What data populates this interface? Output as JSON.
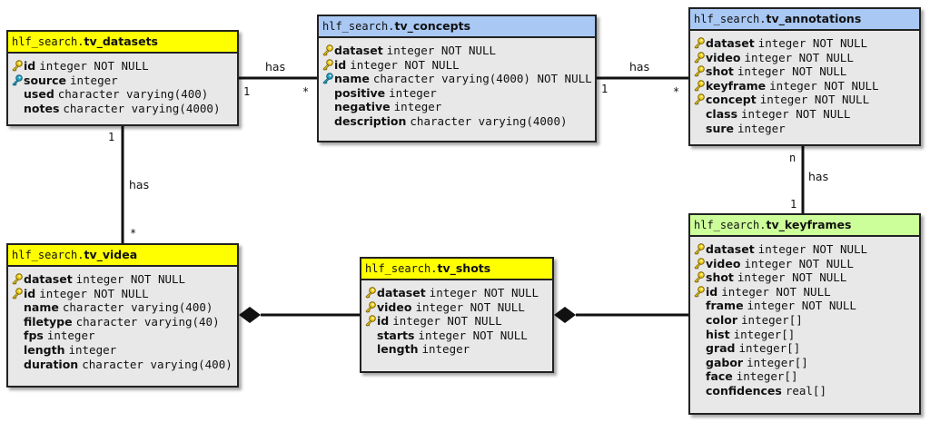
{
  "colors": {
    "yellow_header": "#ffff00",
    "blue_header": "#a9c8f3",
    "green_header": "#ccff99",
    "entity_body": "#e8e8e8",
    "primary_key": "#f0d020",
    "foreign_key": "#2aa5c8"
  },
  "entities": {
    "tv_datasets": {
      "schema": "hlf_search.",
      "name": "tv_datasets",
      "header_color": "yellow",
      "attributes": [
        {
          "name": "id",
          "type": "integer NOT NULL",
          "key": "primary"
        },
        {
          "name": "source",
          "type": "integer",
          "key": "foreign"
        },
        {
          "name": "used",
          "type": "character varying(400)",
          "key": "none"
        },
        {
          "name": "notes",
          "type": "character varying(4000)",
          "key": "none"
        }
      ]
    },
    "tv_concepts": {
      "schema": "hlf_search.",
      "name": "tv_concepts",
      "header_color": "blue",
      "attributes": [
        {
          "name": "dataset",
          "type": "integer NOT NULL",
          "key": "primary"
        },
        {
          "name": "id",
          "type": "integer NOT NULL",
          "key": "primary"
        },
        {
          "name": "name",
          "type": "character varying(4000) NOT NULL",
          "key": "foreign"
        },
        {
          "name": "positive",
          "type": "integer",
          "key": "none"
        },
        {
          "name": "negative",
          "type": "integer",
          "key": "none"
        },
        {
          "name": "description",
          "type": "character varying(4000)",
          "key": "none"
        }
      ]
    },
    "tv_annotations": {
      "schema": "hlf_search.",
      "name": "tv_annotations",
      "header_color": "blue",
      "attributes": [
        {
          "name": "dataset",
          "type": "integer NOT NULL",
          "key": "primary"
        },
        {
          "name": "video",
          "type": "integer NOT NULL",
          "key": "primary"
        },
        {
          "name": "shot",
          "type": "integer NOT NULL",
          "key": "primary"
        },
        {
          "name": "keyframe",
          "type": "integer NOT NULL",
          "key": "primary"
        },
        {
          "name": "concept",
          "type": "integer NOT NULL",
          "key": "primary"
        },
        {
          "name": "class",
          "type": "integer NOT NULL",
          "key": "none"
        },
        {
          "name": "sure",
          "type": "integer",
          "key": "none"
        }
      ]
    },
    "tv_videa": {
      "schema": "hlf_search.",
      "name": "tv_videa",
      "header_color": "yellow",
      "attributes": [
        {
          "name": "dataset",
          "type": "integer NOT NULL",
          "key": "primary"
        },
        {
          "name": "id",
          "type": "integer NOT NULL",
          "key": "primary"
        },
        {
          "name": "name",
          "type": "character varying(400)",
          "key": "none"
        },
        {
          "name": "filetype",
          "type": "character varying(40)",
          "key": "none"
        },
        {
          "name": "fps",
          "type": "integer",
          "key": "none"
        },
        {
          "name": "length",
          "type": "integer",
          "key": "none"
        },
        {
          "name": "duration",
          "type": "character varying(400)",
          "key": "none"
        }
      ]
    },
    "tv_shots": {
      "schema": "hlf_search.",
      "name": "tv_shots",
      "header_color": "yellow",
      "attributes": [
        {
          "name": "dataset",
          "type": "integer NOT NULL",
          "key": "primary"
        },
        {
          "name": "video",
          "type": "integer NOT NULL",
          "key": "primary"
        },
        {
          "name": "id",
          "type": "integer NOT NULL",
          "key": "primary"
        },
        {
          "name": "starts",
          "type": "integer NOT NULL",
          "key": "none"
        },
        {
          "name": "length",
          "type": "integer",
          "key": "none"
        }
      ]
    },
    "tv_keyframes": {
      "schema": "hlf_search.",
      "name": "tv_keyframes",
      "header_color": "green",
      "attributes": [
        {
          "name": "dataset",
          "type": "integer NOT NULL",
          "key": "primary"
        },
        {
          "name": "video",
          "type": "integer NOT NULL",
          "key": "primary"
        },
        {
          "name": "shot",
          "type": "integer NOT NULL",
          "key": "primary"
        },
        {
          "name": "id",
          "type": "integer NOT NULL",
          "key": "primary"
        },
        {
          "name": "frame",
          "type": "integer NOT NULL",
          "key": "none"
        },
        {
          "name": "color",
          "type": "integer[]",
          "key": "none"
        },
        {
          "name": "hist",
          "type": "integer[]",
          "key": "none"
        },
        {
          "name": "grad",
          "type": "integer[]",
          "key": "none"
        },
        {
          "name": "gabor",
          "type": "integer[]",
          "key": "none"
        },
        {
          "name": "face",
          "type": "integer[]",
          "key": "none"
        },
        {
          "name": "confidences",
          "type": "real[]",
          "key": "none"
        }
      ]
    }
  },
  "relationships": {
    "datasets_concepts": {
      "label": "has",
      "from_mult": "1",
      "to_mult": "*"
    },
    "concepts_annotations": {
      "label": "has",
      "from_mult": "1",
      "to_mult": "*"
    },
    "datasets_videa": {
      "label": "has",
      "from_mult": "1",
      "to_mult": "*"
    },
    "annotations_keyframes": {
      "label": "has",
      "from_mult": "n",
      "to_mult": "1"
    },
    "videa_shots": {
      "type": "composition"
    },
    "shots_keyframes": {
      "type": "composition"
    }
  }
}
